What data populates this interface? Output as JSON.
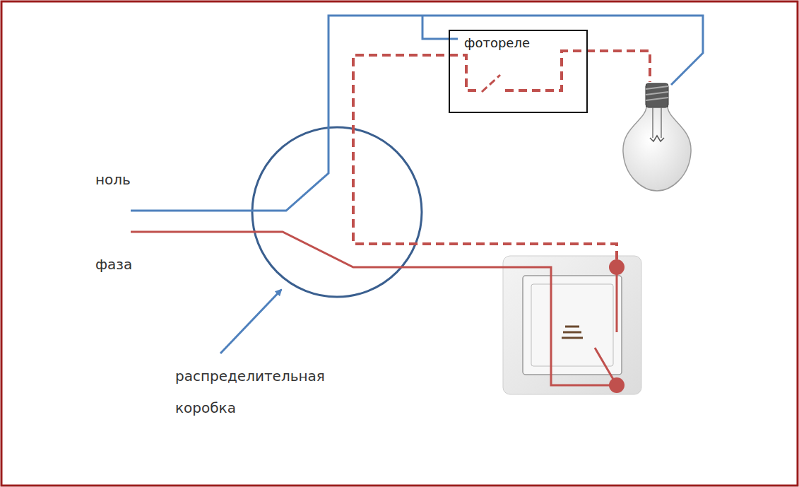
{
  "diagram": {
    "nodes": [
      {
        "text": [
          "фотореле"
        ]
      }
    ],
    "labels": [
      "ноль",
      "фаза",
      "распределительная коробка"
    ]
  }
}
